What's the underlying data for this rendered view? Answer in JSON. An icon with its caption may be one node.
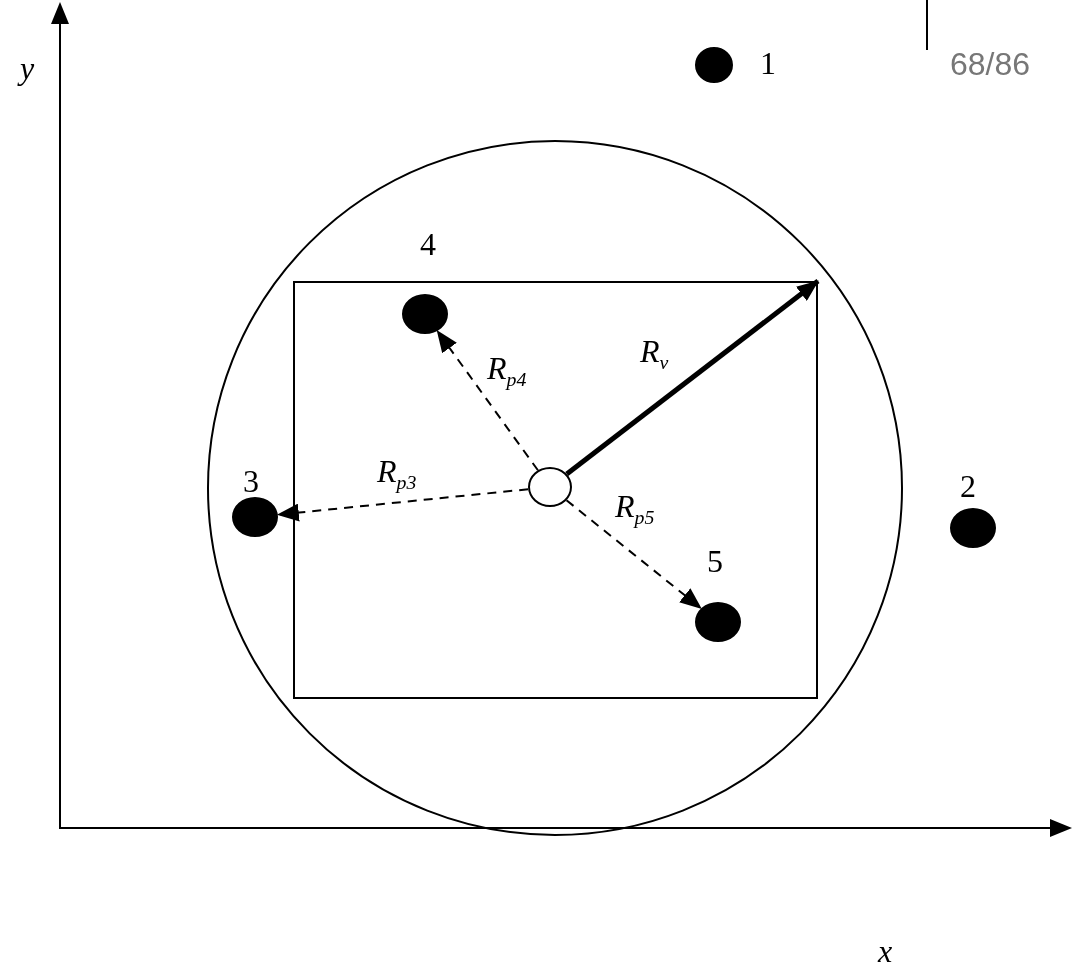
{
  "diagram": {
    "nodes": [
      {
        "text": [],
        "shape": "circle",
        "beside": [
          "1"
        ]
      },
      {
        "text": [],
        "shape": "circle"
      },
      {
        "text": [],
        "shape": "box",
        "in": 1
      },
      {
        "text": [],
        "shape": "circle",
        "in": 2,
        "beside": [
          "4"
        ]
      },
      {
        "text": [],
        "shape": "circle",
        "in": 1,
        "beside": [
          "3"
        ]
      },
      {
        "text": [],
        "shape": "circle",
        "in": 2
      },
      {
        "text": [],
        "shape": "circle",
        "beside": [
          "2"
        ]
      },
      {
        "text": [],
        "shape": "circle",
        "in": 2,
        "beside": [
          "5"
        ]
      }
    ],
    "edges": [
      {
        "from": 5,
        "to": 2,
        "arrow": "to",
        "label": "R$_{v}$",
        "style": "thick"
      },
      {
        "from": 5,
        "to": 3,
        "arrow": "to",
        "label": "R$_{p4}$",
        "style": "dashed"
      },
      {
        "from": 5,
        "to": 4,
        "arrow": "to",
        "label": "R$_{p3}$",
        "style": "dashed"
      },
      {
        "from": 5,
        "to": 7,
        "arrow": "to",
        "label": "R$_{p5}$",
        "style": "dashed"
      }
    ],
    "labels": [
      "y",
      "68/86",
      "x"
    ]
  }
}
